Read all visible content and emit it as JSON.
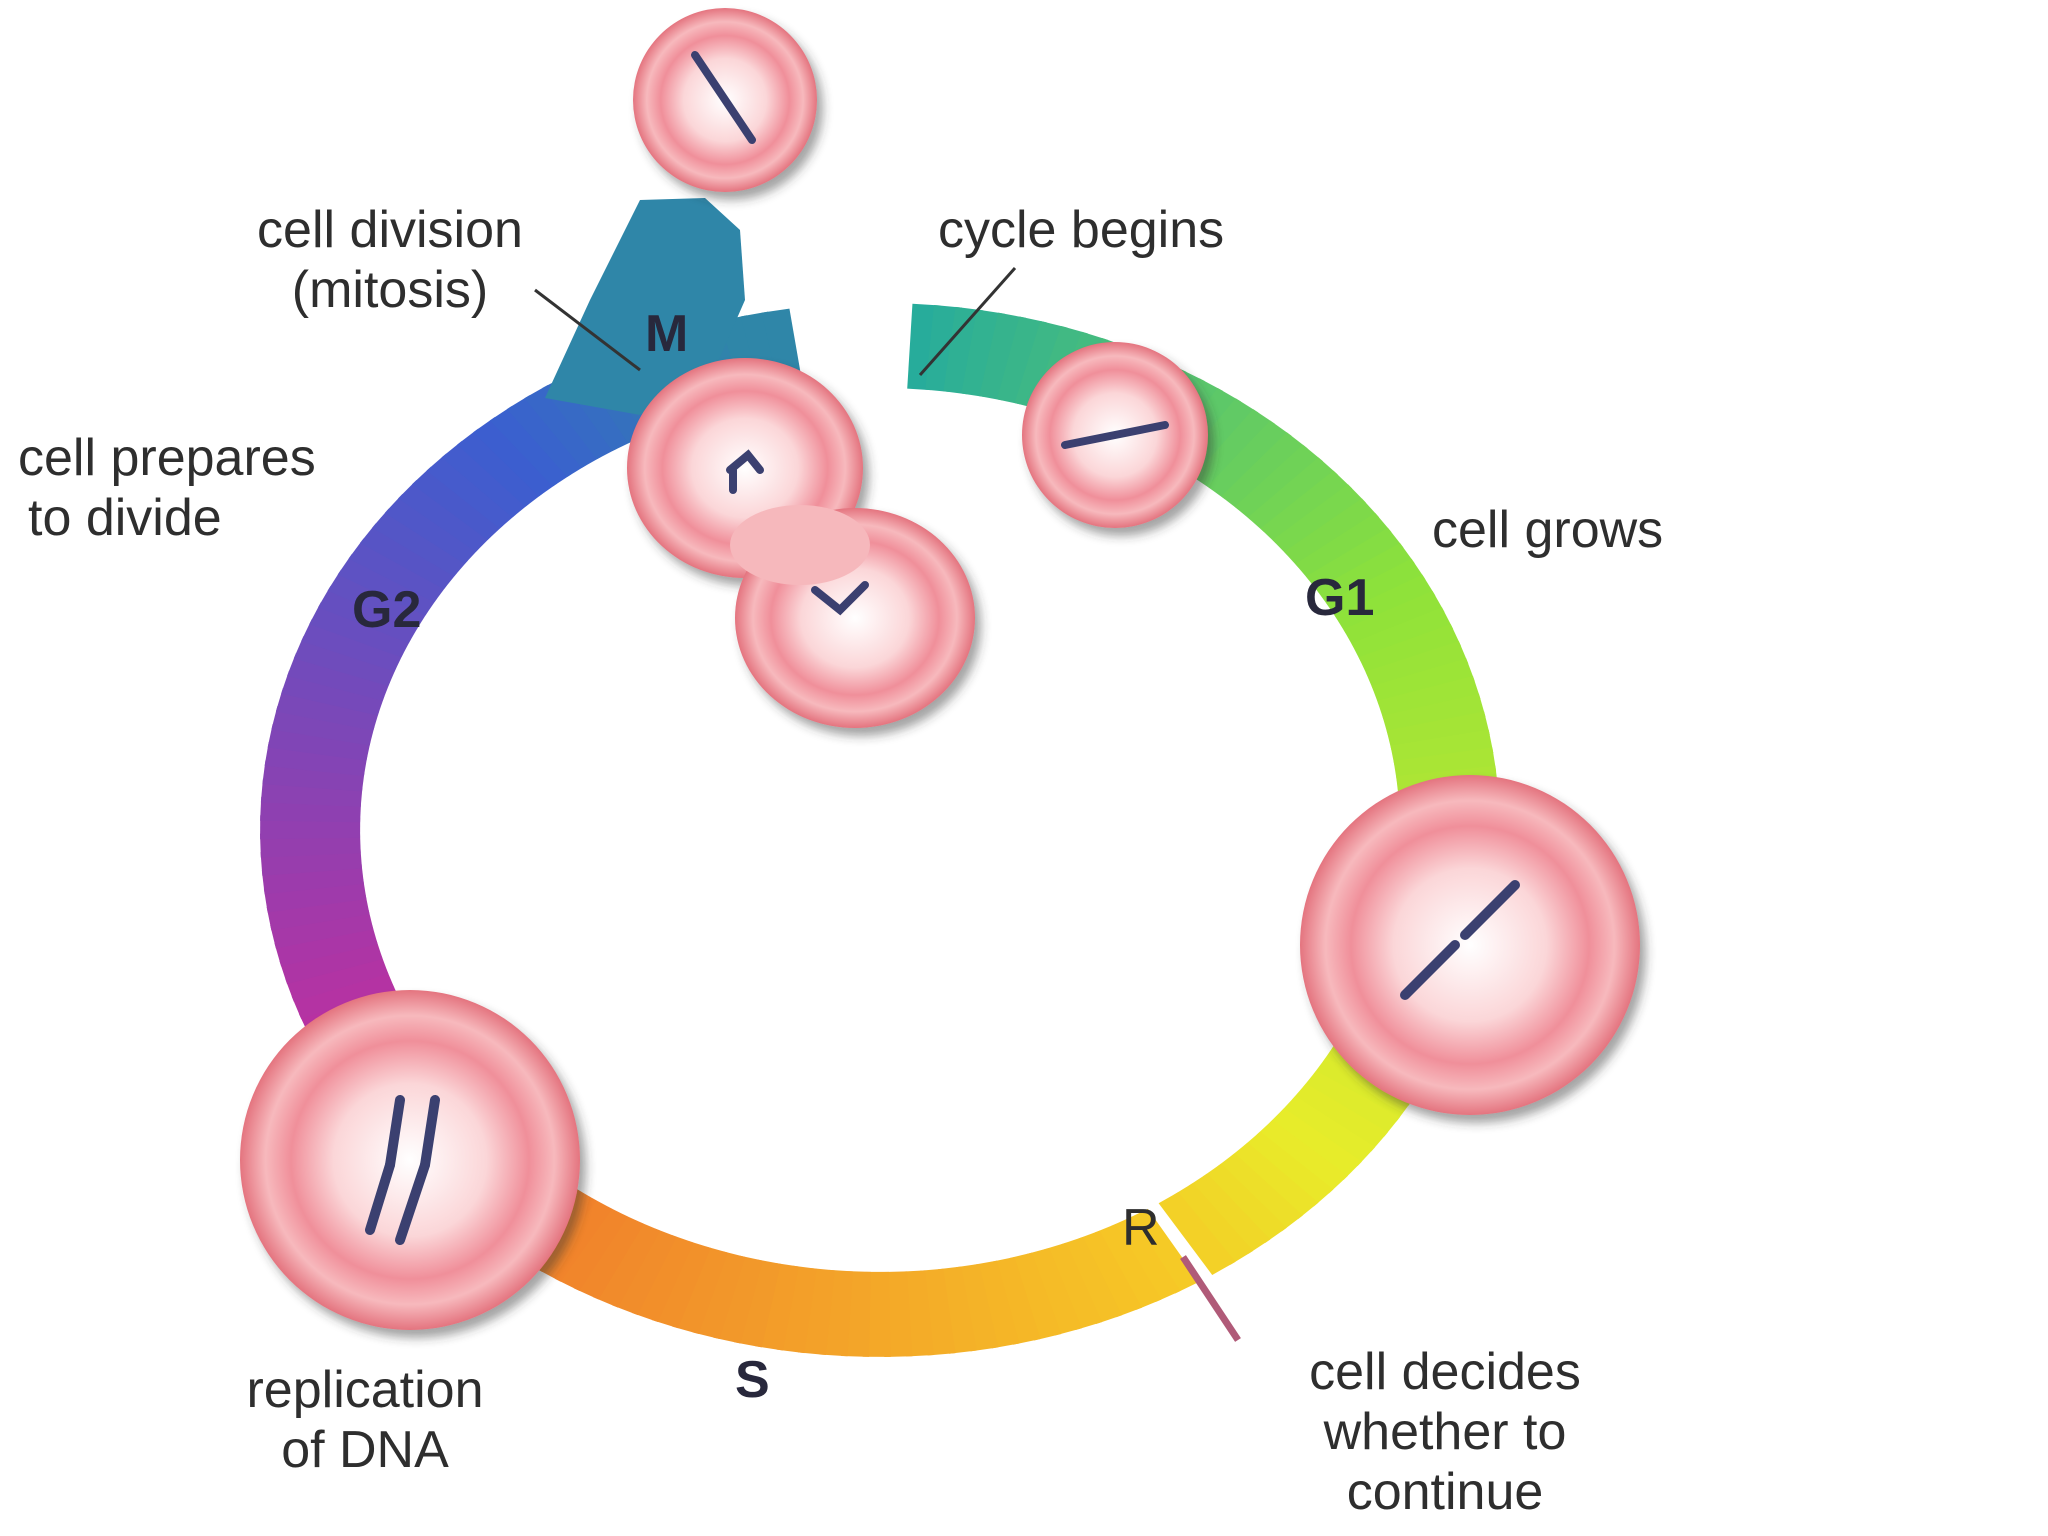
{
  "phases": {
    "m": "M",
    "g1": "G1",
    "g2": "G2",
    "s": "S",
    "r": "R"
  },
  "labels": {
    "cell_division": [
      "cell division",
      "(mitosis)"
    ],
    "cycle_begins": "cycle begins",
    "cell_prepares": [
      "cell prepares",
      "to divide"
    ],
    "cell_grows": "cell grows",
    "replication": [
      "replication",
      "of DNA"
    ],
    "cell_decides": [
      "cell decides",
      "whether to",
      "continue"
    ]
  },
  "colors": {
    "m_phase": "#2f86a8",
    "g1_phase_start": "#22a9a0",
    "g1_phase_mid": "#8ee23a",
    "g1_phase_end": "#e8ec2a",
    "s_phase_start": "#f6c826",
    "s_phase_end": "#f07a2c",
    "g2_phase_start": "#cc2a9a",
    "g2_phase_end": "#3a5fd0",
    "cell_fill": "#f4a6ae",
    "chromosome": "#3a4070"
  }
}
